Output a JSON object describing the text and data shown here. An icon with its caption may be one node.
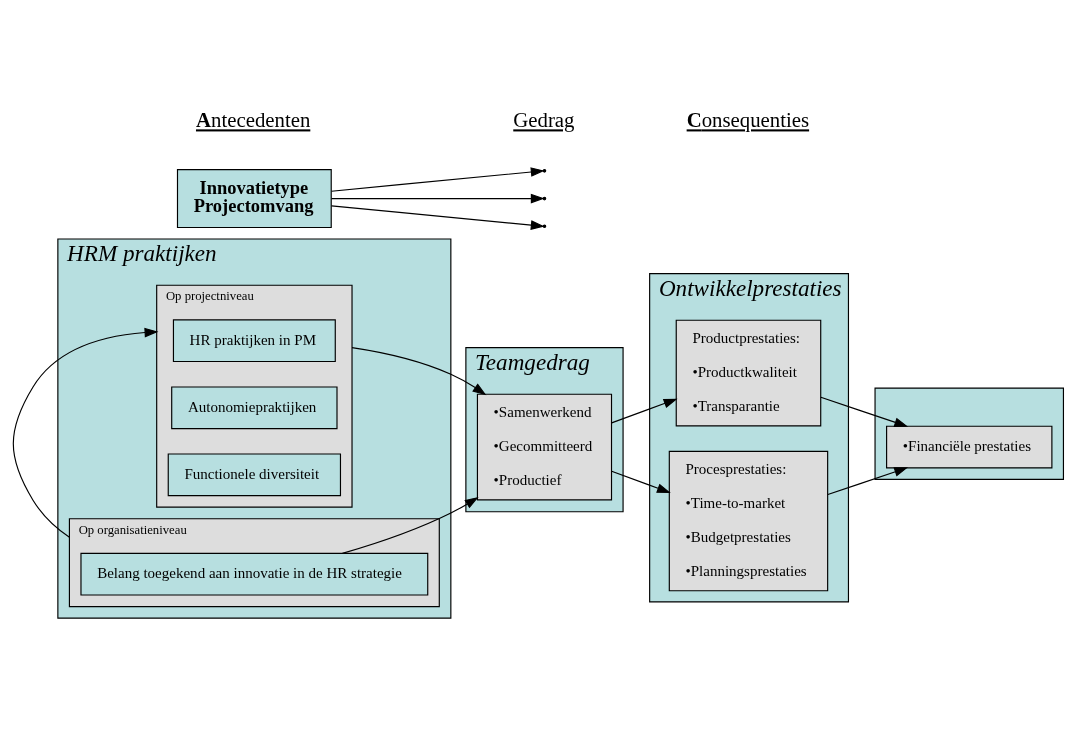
{
  "diagram": {
    "nodes": [
      {
        "text": [
          "HRM praktijken"
        ]
      },
      {
        "text": [
          "Op projectniveau"
        ],
        "in": 0
      },
      {
        "text": [
          "HR praktijken in PM"
        ],
        "in": 1
      },
      {
        "text": [
          "Autonomiepraktijken"
        ],
        "in": 1
      },
      {
        "text": [
          "Functionele diversiteit"
        ],
        "in": 1
      },
      {
        "text": [
          "Op organisatieniveau"
        ],
        "in": 0
      },
      {
        "text": [
          "Belang toegekend aan innovatie in de HR strategie"
        ],
        "in": 5
      },
      {
        "text": [
          "Teamgedrag"
        ]
      },
      {
        "text": [
          "•Samenwerkend",
          "•Gecommitteerd",
          "•Productief"
        ],
        "in": 7
      },
      {
        "text": [
          "Ontwikkelprestaties"
        ]
      },
      {
        "text": [
          "Productprestaties:",
          "•Productkwaliteit",
          "•Transparantie"
        ],
        "in": 9
      },
      {
        "text": [
          "Procesprestaties:",
          "•Time-to-market",
          "•Budgetprestaties",
          "•Planningsprestaties"
        ],
        "in": 9
      },
      {
        "text": [],
        "shape": "box"
      },
      {
        "text": [
          "•Financiële prestaties"
        ],
        "in": 12
      },
      {
        "text": [
          "Innovatietype",
          "Projectomvang"
        ]
      }
    ],
    "edges": [
      {
        "from": 1,
        "to": 8,
        "arrow": "to"
      },
      {
        "from": 6,
        "to": 8,
        "arrow": "to"
      },
      {
        "from": 5,
        "to": 1,
        "arrow": "to"
      },
      {
        "from": 8,
        "to": 10,
        "arrow": "to"
      },
      {
        "from": 8,
        "to": 11,
        "arrow": "to"
      },
      {
        "from": 10,
        "to": 13,
        "arrow": "to"
      },
      {
        "from": 11,
        "to": 13,
        "arrow": "to"
      },
      {
        "from": 14,
        "to": null,
        "arrow": "to"
      },
      {
        "from": 14,
        "to": null,
        "arrow": "to"
      },
      {
        "from": 14,
        "to": null,
        "arrow": "to"
      }
    ],
    "labels": [
      "**A**ntecedenten",
      "Gedrag",
      "**C**onsequenties"
    ]
  }
}
